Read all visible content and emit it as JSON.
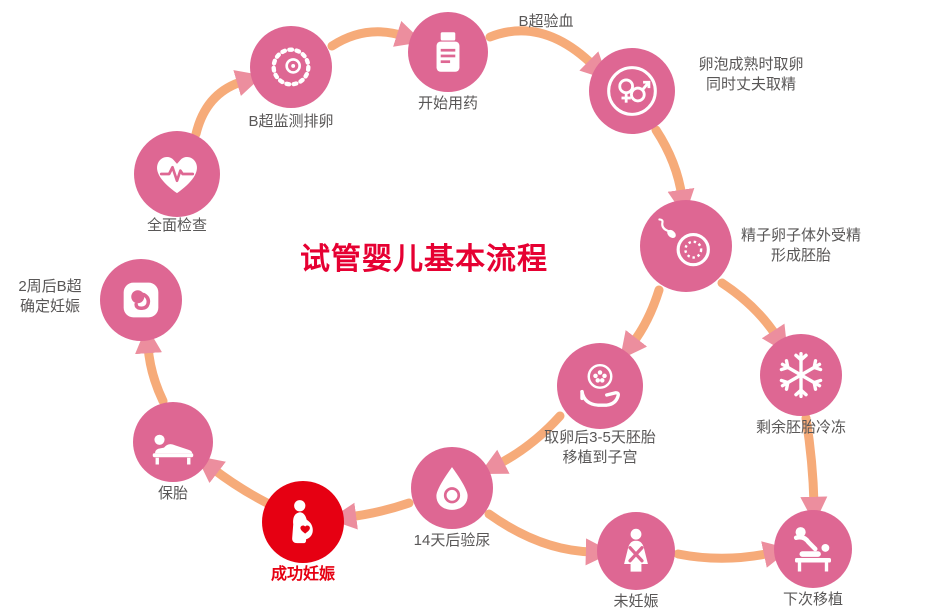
{
  "title": "试管婴儿基本流程",
  "annotations": {
    "blood_test": "B超验血"
  },
  "colors": {
    "node_pink": "#de6793",
    "node_red": "#e60012",
    "arrow_orange": "#f6ab79",
    "arrow_pink": "#ec8e9e",
    "label_gray": "#595757",
    "title_red": "#e60032",
    "success_label_red": "#e60012",
    "background": "#ffffff"
  },
  "nodes": [
    {
      "id": "full-checkup",
      "icon": "heart-ecg-icon",
      "lines": [
        "全面检查"
      ]
    },
    {
      "id": "ultrasound-ovulation",
      "icon": "ovum-icon",
      "lines": [
        "B超监测排卵"
      ]
    },
    {
      "id": "start-medication",
      "icon": "medicine-bottle-icon",
      "lines": [
        "开始用药"
      ]
    },
    {
      "id": "egg-sperm-retrieval",
      "icon": "gender-symbols-icon",
      "lines": [
        "卵泡成熟时取卵",
        "同时丈夫取精"
      ]
    },
    {
      "id": "ivf-fertilization",
      "icon": "fertilization-icon",
      "lines": [
        "精子卵子体外受精",
        "形成胚胎"
      ]
    },
    {
      "id": "freeze-embryos",
      "icon": "snowflake-icon",
      "lines": [
        "剩余胚胎冷冻"
      ]
    },
    {
      "id": "embryo-transfer",
      "icon": "hand-embryo-icon",
      "lines": [
        "取卵后3-5天胚胎",
        "移植到子宫"
      ]
    },
    {
      "id": "urine-test",
      "icon": "drop-icon",
      "lines": [
        "14天后验尿"
      ]
    },
    {
      "id": "not-pregnant",
      "icon": "woman-x-icon",
      "lines": [
        "未妊娠"
      ]
    },
    {
      "id": "next-transfer",
      "icon": "transfer-bed-icon",
      "lines": [
        "下次移植"
      ]
    },
    {
      "id": "successful-pregnancy",
      "icon": "pregnant-woman-icon",
      "lines": [
        "成功妊娠"
      ]
    },
    {
      "id": "fetal-protection",
      "icon": "rest-bed-icon",
      "lines": [
        "保胎"
      ]
    },
    {
      "id": "confirm-pregnancy",
      "icon": "fetus-ultrasound-icon",
      "lines": [
        "2周后B超",
        "确定妊娠"
      ]
    }
  ],
  "edges": [
    {
      "from": "full-checkup",
      "to": "ultrasound-ovulation"
    },
    {
      "from": "ultrasound-ovulation",
      "to": "start-medication"
    },
    {
      "from": "start-medication",
      "to": "egg-sperm-retrieval",
      "label": "B超验血"
    },
    {
      "from": "egg-sperm-retrieval",
      "to": "ivf-fertilization"
    },
    {
      "from": "ivf-fertilization",
      "to": "freeze-embryos"
    },
    {
      "from": "freeze-embryos",
      "to": "next-transfer"
    },
    {
      "from": "ivf-fertilization",
      "to": "embryo-transfer"
    },
    {
      "from": "embryo-transfer",
      "to": "urine-test"
    },
    {
      "from": "urine-test",
      "to": "successful-pregnancy"
    },
    {
      "from": "urine-test",
      "to": "not-pregnant"
    },
    {
      "from": "not-pregnant",
      "to": "next-transfer"
    },
    {
      "from": "successful-pregnancy",
      "to": "fetal-protection"
    },
    {
      "from": "fetal-protection",
      "to": "confirm-pregnancy"
    }
  ]
}
